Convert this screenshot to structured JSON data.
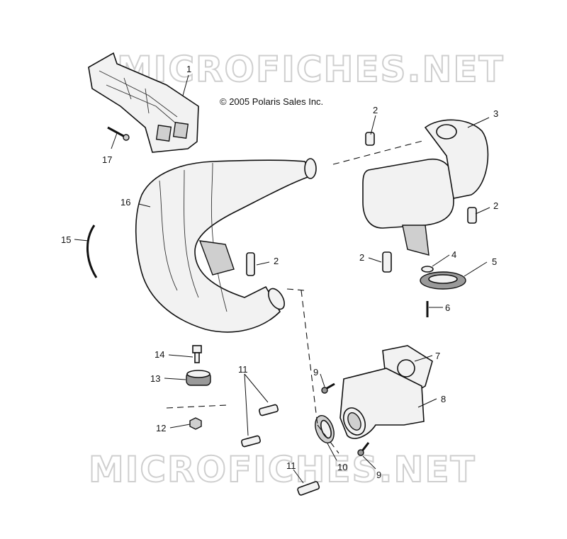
{
  "copyright": "© 2005 Polaris Sales Inc.",
  "watermark": "MICROFICHES.NET",
  "callouts": [
    "1",
    "2",
    "2",
    "2",
    "2",
    "3",
    "4",
    "5",
    "6",
    "7",
    "8",
    "9",
    "9",
    "10",
    "11",
    "11",
    "12",
    "13",
    "14",
    "15",
    "16",
    "17"
  ]
}
